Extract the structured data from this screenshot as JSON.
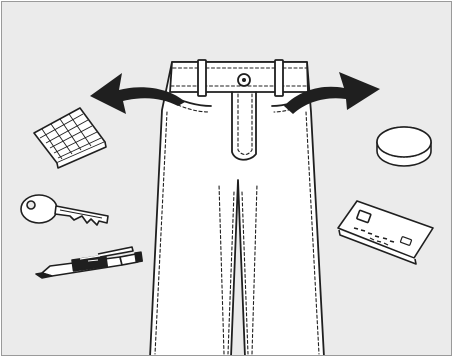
{
  "illustration": {
    "subject": "jeans",
    "items_removed_from_pockets": [
      "handkerchief",
      "key",
      "pen",
      "coin",
      "card"
    ],
    "colors": {
      "background": "#ebebeb",
      "border": "#9a9a9a",
      "line": "#1f1f1f",
      "fill": "#ffffff"
    }
  }
}
